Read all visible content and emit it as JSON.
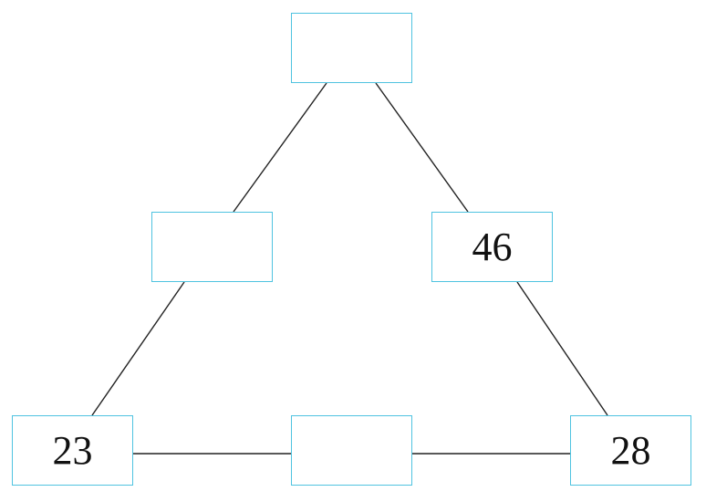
{
  "diagram": {
    "nodes": {
      "top": "",
      "left_mid": "",
      "right_mid": "46",
      "bottom_left": "23",
      "bottom_mid": "",
      "bottom_right": "28"
    },
    "colors": {
      "box_border": "#4fc3e0",
      "line": "#222222",
      "text": "#111111"
    }
  }
}
